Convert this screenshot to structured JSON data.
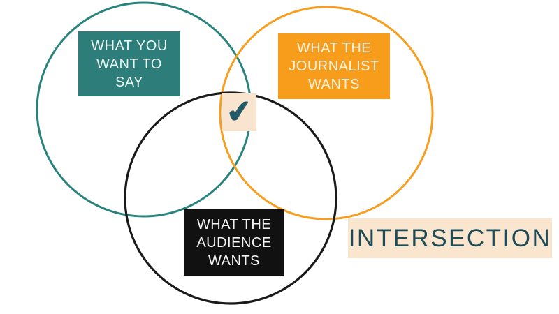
{
  "diagram": {
    "type": "venn-3-circle",
    "colors": {
      "teal": "#28837D",
      "teal_box_bg": "#2D7D7A",
      "orange": "#F89E1F",
      "orange_box_bg": "#F89C1C",
      "black": "#1A1A1A",
      "black_box_bg": "#111111",
      "peach": "#F8E4CF",
      "peach_label_bg": "#FAE5CE",
      "dark_teal_text": "#1E4B55",
      "check_color": "#235A68"
    },
    "circles": [
      {
        "id": "what-you-want-to-say",
        "stroke": "#28837D"
      },
      {
        "id": "what-the-journalist-wants",
        "stroke": "#F89E1F"
      },
      {
        "id": "what-the-audience-wants",
        "stroke": "#1A1A1A"
      }
    ],
    "boxes": {
      "you": {
        "lines": [
          "WHAT YOU",
          "WANT TO",
          "SAY"
        ]
      },
      "journalist": {
        "lines": [
          "WHAT THE",
          "JOURNALIST",
          "WANTS"
        ]
      },
      "audience": {
        "lines": [
          "WHAT THE",
          "AUDIENCE",
          "WANTS"
        ]
      }
    },
    "center": {
      "check_icon": "✔"
    },
    "intersection_label": {
      "text": "INTERSECTION"
    }
  }
}
